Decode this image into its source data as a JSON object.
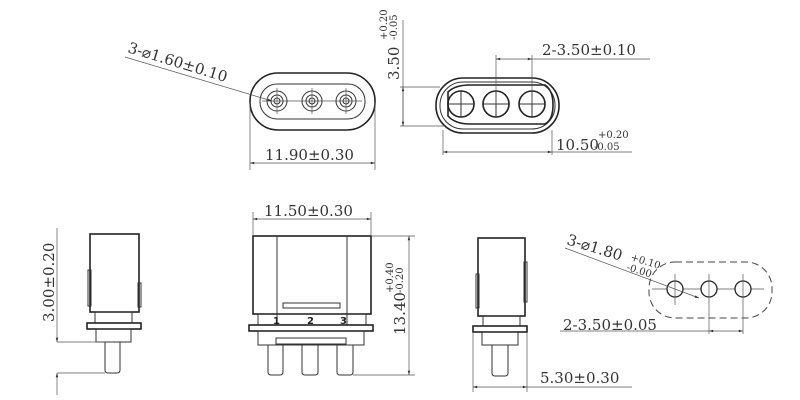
{
  "drawing": {
    "top_left_view": {
      "hole_callout": "3-⌀1.60±0.10",
      "width_dim": "11.90±0.30"
    },
    "top_right_view": {
      "height_dim": "3.50",
      "height_tol_plus": "+0.20",
      "height_tol_minus": "-0.05",
      "pitch_dim": "2-3.50±0.10",
      "width_dim": "10.50",
      "width_tol_plus": "+0.20",
      "width_tol_minus": "-0.05"
    },
    "left_side_view": {
      "pin_length_dim": "3.00±0.20"
    },
    "front_view": {
      "width_dim": "11.50±0.30",
      "height_dim": "13.40",
      "height_tol_plus": "+0.40",
      "height_tol_minus": "-0.20",
      "pin_labels": [
        "1",
        "2",
        "3"
      ]
    },
    "right_side_view": {
      "depth_dim": "5.30±0.30"
    },
    "pcb_footprint": {
      "hole_callout": "3-⌀1.80",
      "hole_tol_plus": "+0.10",
      "hole_tol_minus": "-0.00",
      "pitch_dim": "2-3.50±0.05"
    }
  }
}
